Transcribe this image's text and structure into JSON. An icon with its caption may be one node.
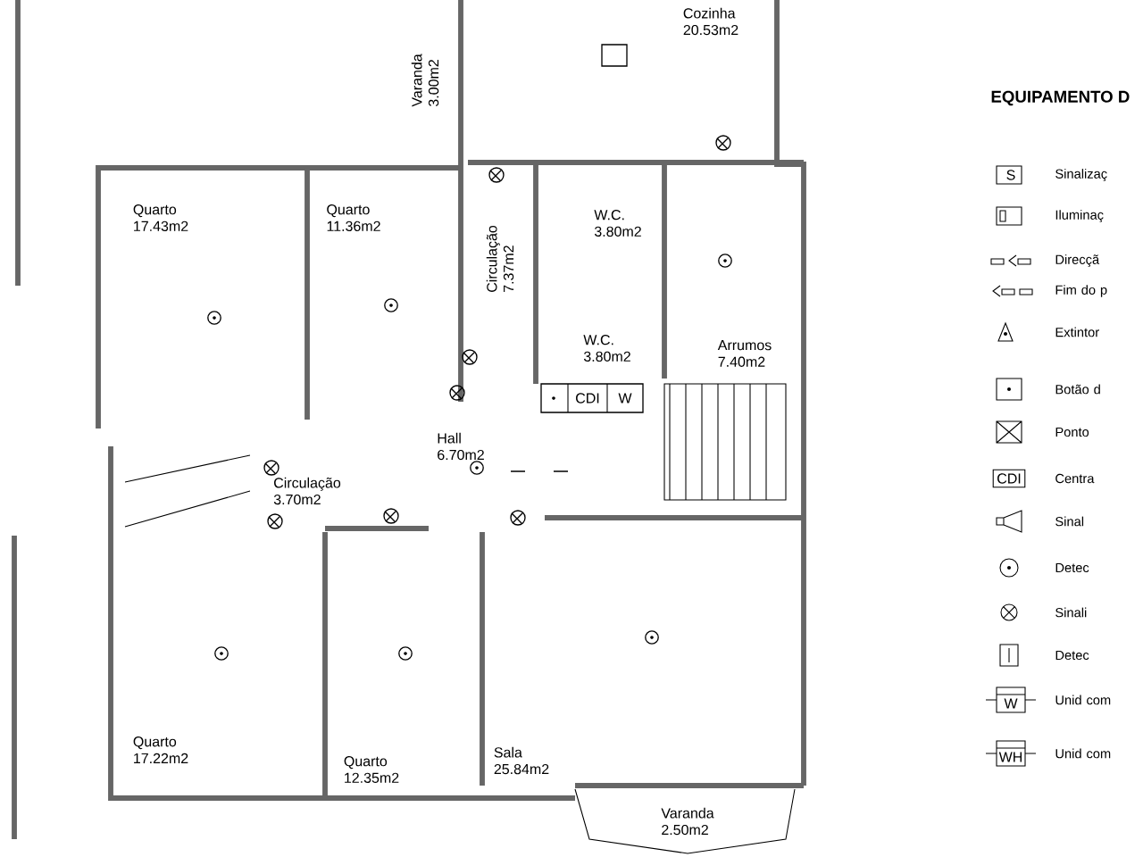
{
  "diagram": {
    "title": "EQUIPAMENTO D",
    "nodes": [
      {
        "text": [
          "Varanda",
          "3.00m2"
        ]
      },
      {
        "text": [
          "Cozinha",
          "20.53m2"
        ]
      },
      {
        "text": [
          "Quarto",
          "17.43m2"
        ]
      },
      {
        "text": [
          "Quarto",
          "11.36m2"
        ]
      },
      {
        "text": [
          "Circulação",
          "7.37m2"
        ]
      },
      {
        "text": [
          "W.C.",
          "3.80m2"
        ]
      },
      {
        "text": [
          "W.C.",
          "3.80m2"
        ]
      },
      {
        "text": [
          "Arrumos",
          "7.40m2"
        ]
      },
      {
        "text": [
          "Hall",
          "6.70m2"
        ]
      },
      {
        "text": [
          "Circulação",
          "3.70m2"
        ]
      },
      {
        "text": [
          "Quarto",
          "17.22m2"
        ]
      },
      {
        "text": [
          "Quarto",
          "12.35m2"
        ]
      },
      {
        "text": [
          "Sala",
          "25.84m2"
        ]
      },
      {
        "text": [
          "Varanda",
          "2.50m2"
        ]
      }
    ],
    "edges": [],
    "labels": [
      "CDI",
      "W",
      "S",
      "CDI",
      "W",
      "WH"
    ],
    "legend": [
      {
        "text": "Sinalizaç"
      },
      {
        "text": "Iluminaç"
      },
      {
        "text": "Direcçã"
      },
      {
        "text": "Fim do p"
      },
      {
        "text": "Extintor"
      },
      {
        "text": "Botão d"
      },
      {
        "text": "Ponto"
      },
      {
        "text": "Centra"
      },
      {
        "text": "Sinal"
      },
      {
        "text": "Detec"
      },
      {
        "text": "Sinali"
      },
      {
        "text": "Detec"
      },
      {
        "text": "Unid com"
      },
      {
        "text": "Unid com"
      }
    ]
  }
}
